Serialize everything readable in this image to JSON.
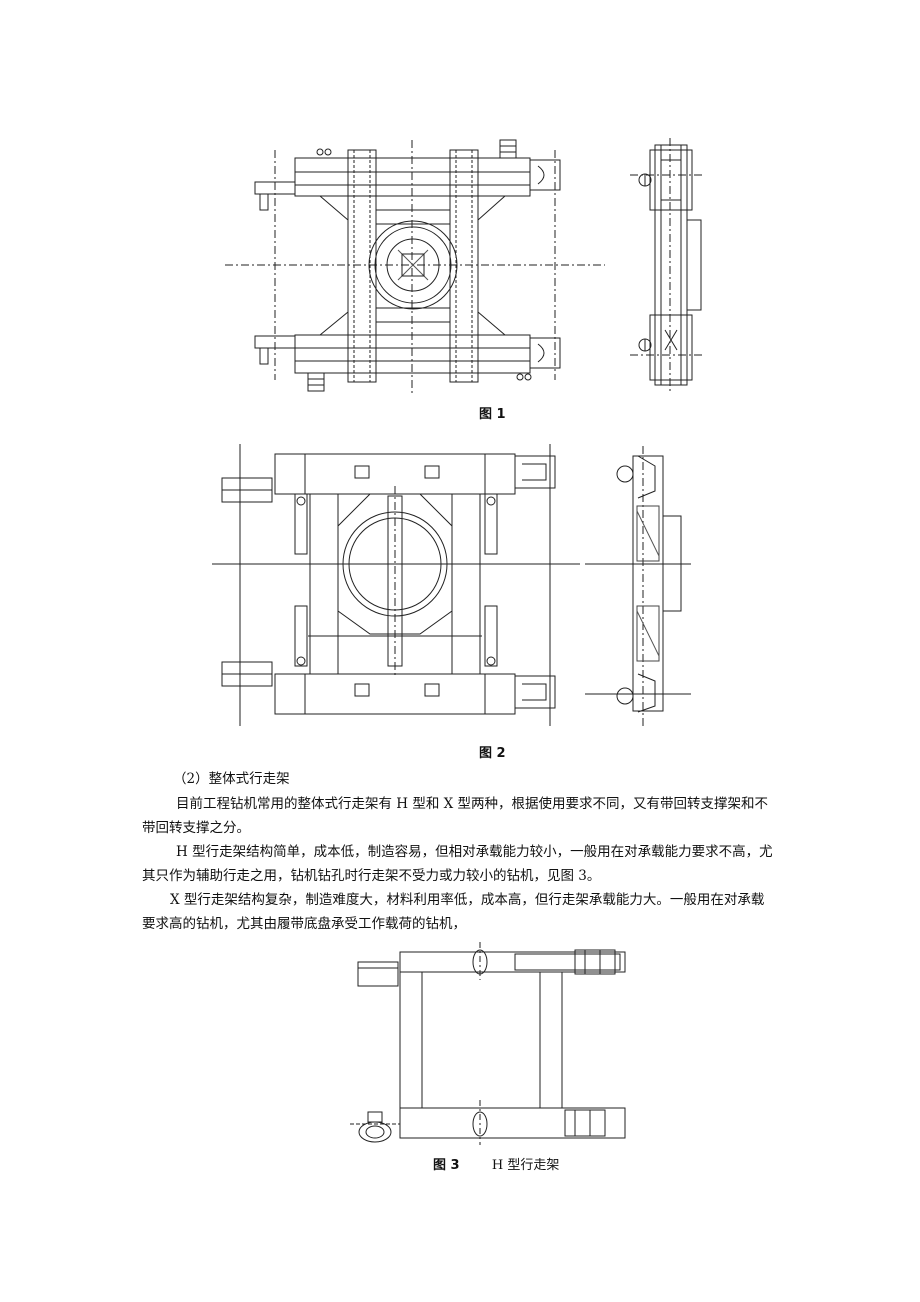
{
  "figures": {
    "fig1": {
      "caption": "图 1"
    },
    "fig2": {
      "caption": "图 2"
    },
    "fig3": {
      "caption_num": "图 3",
      "caption_text": "H 型行走架"
    }
  },
  "body": {
    "heading": "（2）整体式行走架",
    "para1_line1": "目前工程钻机常用的整体式行走架有 H 型和 X 型两种，根据使用要求不同，又有带回转支撑架和不",
    "para1_line2": "带回转支撑之分。",
    "para2_line1": "H 型行走架结构简单，成本低，制造容易，但相对承载能力较小，一般用在对承载能力要求不高，尤",
    "para2_line2": "其只作为辅助行走之用，钻机钻孔时行走架不受力或力较小的钻机，见图 3。",
    "para3_line1": "X 型行走架结构复杂，制造难度大，材料利用率低，成本高，但行走架承载能力大。一般用在对承载",
    "para3_line2": "要求高的钻机，尤其由履带底盘承受工作载荷的钻机，"
  }
}
